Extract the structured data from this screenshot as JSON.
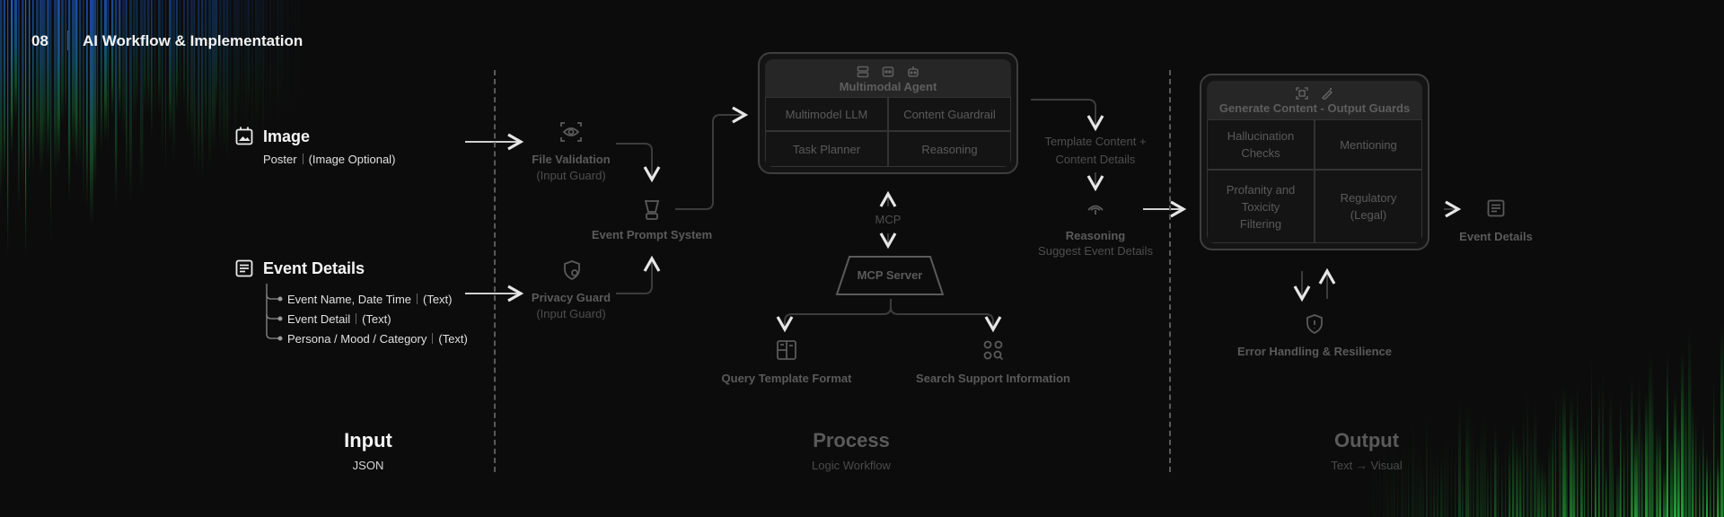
{
  "header": {
    "number": "08",
    "title": "AI Workflow & Implementation"
  },
  "input": {
    "image": {
      "title": "Image",
      "sub_left": "Poster",
      "sub_right": "(Image Optional)"
    },
    "event": {
      "title": "Event Details",
      "items": [
        {
          "label": "Event Name, Date Time",
          "type": "(Text)"
        },
        {
          "label": "Event Detail",
          "type": "(Text)"
        },
        {
          "label": "Persona / Mood / Category",
          "type": "(Text)"
        }
      ]
    }
  },
  "process": {
    "file_validation": {
      "title": "File Validation",
      "sub": "(Input Guard)"
    },
    "privacy_guard": {
      "title": "Privacy Guard",
      "sub": "(Input Guard)"
    },
    "event_prompt": "Event Prompt System",
    "agent": {
      "title": "Multimodal Agent",
      "cells": [
        "Multimodel LLM",
        "Content Guardrail",
        "Task Planner",
        "Reasoning"
      ]
    },
    "mcp": "MCP",
    "mcp_server": "MCP Server",
    "query_template": "Query Template Format",
    "search_support": "Search Support Information",
    "template_content": {
      "line1": "Template Content +",
      "line2": "Content Details"
    },
    "reasoning": {
      "title": "Reasoning",
      "sub": "Suggest Event Details"
    }
  },
  "output": {
    "guards": {
      "title": "Generate Content - Output Guards",
      "cells": [
        {
          "l1": "Hallucination",
          "l2": "Checks",
          "l3": ""
        },
        {
          "l1": "Mentioning",
          "l2": "",
          "l3": ""
        },
        {
          "l1": "Profanity and",
          "l2": "Toxicity",
          "l3": "Filtering"
        },
        {
          "l1": "Regulatory",
          "l2": "(Legal)",
          "l3": ""
        }
      ]
    },
    "error_handling": "Error Handling & Resilience",
    "event_details": "Event Details"
  },
  "sections": {
    "input": {
      "title": "Input",
      "sub": "JSON"
    },
    "process": {
      "title": "Process",
      "sub": "Logic Workflow"
    },
    "output": {
      "title": "Output",
      "sub": "Text → Visual"
    }
  },
  "colors": {
    "background": "#0c0c0c",
    "dim": "#5a5a5a",
    "bright": "#f2f2f2",
    "accent_blue": "#1d6fe0",
    "accent_green": "#23c33a"
  }
}
